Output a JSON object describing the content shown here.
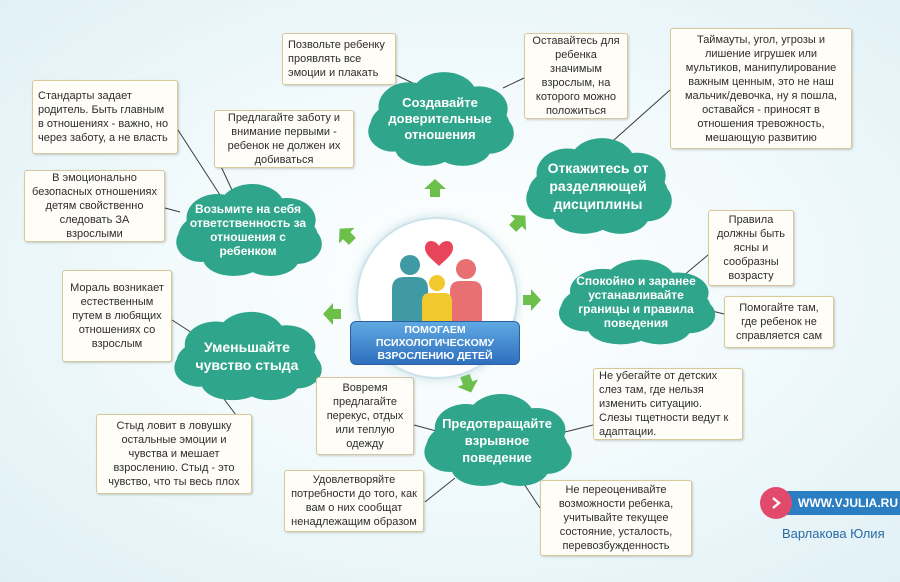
{
  "center": {
    "title": "ПОМОГАЕМ ПСИХОЛОГИЧЕСКОМУ ВЗРОСЛЕНИЮ ДЕТЕЙ",
    "icon": "family-heart-icon"
  },
  "branches": {
    "trust": {
      "title": "Создавайте доверительные отношения",
      "notes": [
        "Позвольте ребенку проявлять все эмоции и плакать",
        "Оставайтесь для ребенка значимым взрослым, на которого можно положиться"
      ]
    },
    "responsibility": {
      "title": "Возьмите на себя ответственность за отношения с ребенком",
      "notes": [
        "Стандарты задает родитель. Быть главным в отношениях - важно, но через заботу, а не власть",
        "Предлагайте заботу и внимание первыми - ребенок не должен их добиваться",
        "В эмоционально безопасных отношениях детям свойственно следовать ЗА взрослыми"
      ]
    },
    "discipline": {
      "title": "Откажитесь от разделяющей дисциплины",
      "notes": [
        "Таймауты, угол, угрозы и лишение игрушек или мультиков, манипулирование важным ценным, это не наш мальчик/девочка, ну я пошла, оставайся - приносят в отношения тревожность, мешающую развитию"
      ]
    },
    "boundaries": {
      "title": "Спокойно и заранее устанавливайте границы и правила поведения",
      "notes": [
        "Правила должны быть ясны и сообразны возрасту",
        "Помогайте там, где ребенок не справляется сам"
      ]
    },
    "shame": {
      "title": "Уменьшайте чувство стыда",
      "notes": [
        "Мораль возникает естественным путем в любящих отношениях со взрослым",
        "Стыд ловит в ловушку остальные эмоции и чувства и мешает взрослению. Стыд - это чувство, что ты весь плох"
      ]
    },
    "explosive": {
      "title": "Предотвращайте взрывное поведение",
      "notes": [
        "Вовремя предлагайте перекус, отдых или теплую одежду",
        "Не убегайте от детских слез там, где нельзя изменить ситуацию. Слезы тщетности ведут к адаптации.",
        "Удовлетворяйте потребности до того, как вам о них сообщат ненадлежащим образом",
        "Не переоценивайте возможности ребенка, учитывайте текущее состояние, усталость, перевозбужденность"
      ]
    }
  },
  "footer": {
    "site": "WWW.VJULIA.RU",
    "author": "Варлакова Юлия",
    "site_icon": "chevron-right-icon"
  },
  "colors": {
    "cloud": "#2fa58c",
    "cloud_dark": "#248a74",
    "arrow": "#6cc04a",
    "note_border": "#d8c79a",
    "banner": "#3b82cf",
    "badge": "#2c7ec2",
    "badge_circle": "#e24a6c",
    "author": "#2a6aa6"
  }
}
